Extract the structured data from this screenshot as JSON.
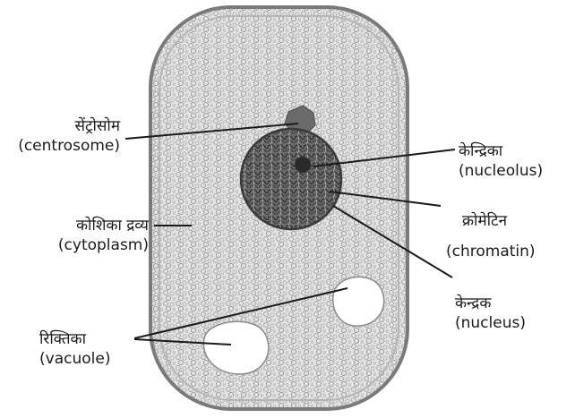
{
  "labels": {
    "centrosome": {
      "hindi": "सेंट्रोसोम",
      "english": "(centrosome)"
    },
    "cytoplasm": {
      "hindi": "कोशिका द्रव्य",
      "english": "(cytoplasm)"
    },
    "vacuole": {
      "hindi": "रिक्तिका",
      "english": "(vacuole)"
    },
    "nucleolus": {
      "hindi": "केन्द्रिका",
      "english": "(nucleolus)"
    },
    "chromatin": {
      "hindi": "क्रोमेटिन",
      "english": "(chromatin)"
    },
    "nucleus": {
      "hindi": "केन्द्रक",
      "english": "(nucleus)"
    }
  },
  "colors": {
    "cell_wall": "#7a7a7a",
    "cell_fill": "#d9d9d9",
    "nucleus_fill": "#5a5a5a",
    "centrosome_fill": "#6b6b6b",
    "line": "#1a1a1a"
  }
}
